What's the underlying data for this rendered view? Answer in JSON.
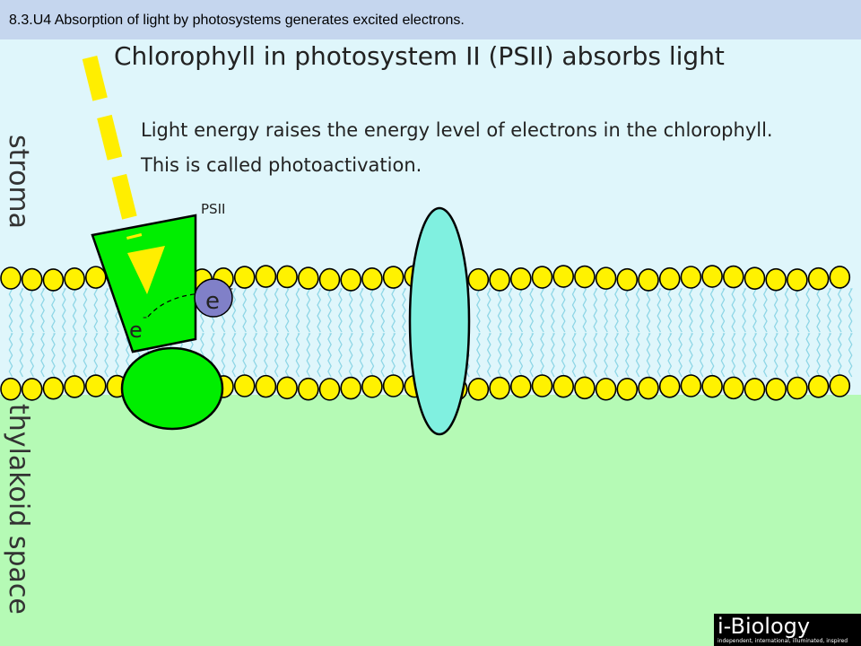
{
  "header": {
    "text": "8.3.U4 Absorption of light by photosystems generates excited electrons."
  },
  "title": "Chlorophyll in photosystem II (PSII) absorbs light",
  "description": {
    "line1": "Light energy raises the energy level of electrons in the chlorophyll.",
    "line2": "This is called photoactivation."
  },
  "labels": {
    "stroma": "stroma",
    "thylakoid_space": "thylakoid space",
    "psii": "PSII",
    "electron_excited": "e",
    "electron_excited_charge": "-",
    "electron_ground": "e",
    "electron_ground_charge": "-"
  },
  "colors": {
    "stroma": "#dff6fb",
    "thylakoid_space": "#b5fab5",
    "header": "#c5d6ee",
    "phospholipid_head": "#fff200",
    "phospholipid_tail": "#8ed6e6",
    "psii": "#00ee00",
    "protein": "#80f0e0",
    "light_ray": "#ffee00",
    "electron": "#8080c8"
  },
  "logo": {
    "name": "i-Biology",
    "tagline": "independent, international, illuminated, inspired"
  }
}
